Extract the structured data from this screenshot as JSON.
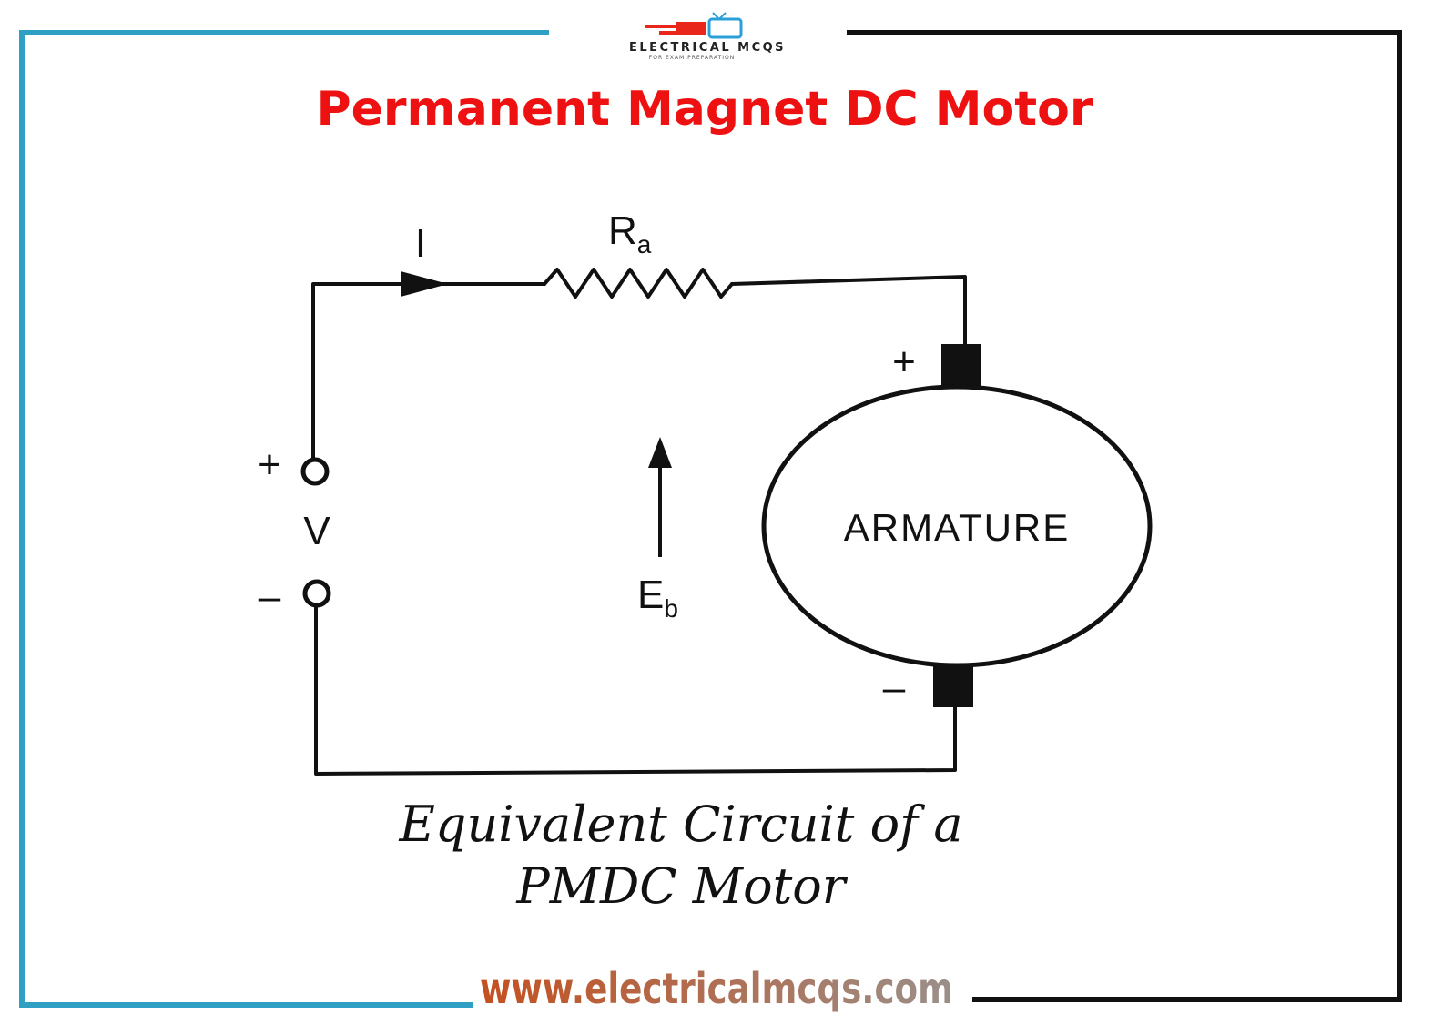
{
  "logo": {
    "brand": "ELECTRICAL MCQS",
    "tagline": "FOR EXAM PREPARATION"
  },
  "title": "Permanent Magnet DC Motor",
  "diagram": {
    "current_label": "I",
    "resistor_label": "R",
    "resistor_subscript": "a",
    "supply_plus": "+",
    "supply_voltage": "V",
    "supply_minus": "–",
    "back_emf_label": "E",
    "back_emf_subscript": "b",
    "armature_label": "ARMATURE",
    "armature_plus": "+",
    "armature_minus": "–"
  },
  "caption": {
    "line1": "Equivalent Circuit of a",
    "line2": "PMDC Motor"
  },
  "website": "www.electricalmcqs.com",
  "colors": {
    "title": "#ee1111",
    "left_frame": "#2f9fc4",
    "right_frame": "#111111",
    "url_gradient_start": "#c4501f",
    "url_gradient_end": "#9a8f8a",
    "ink": "#111111"
  }
}
